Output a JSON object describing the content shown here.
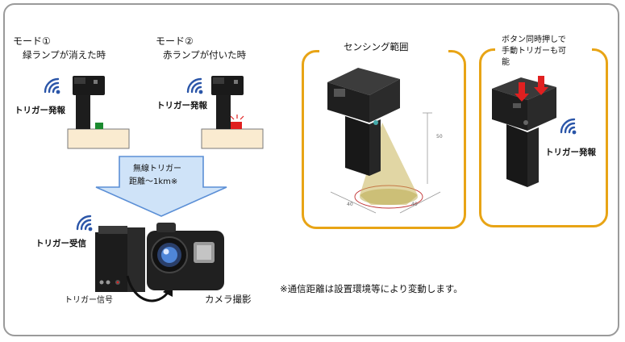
{
  "mode1": {
    "title": "モード①",
    "subtitle": "緑ランプが消えた時",
    "trigger_label": "トリガー発報"
  },
  "mode2": {
    "title": "モード②",
    "subtitle": "赤ランプが付いた時",
    "trigger_label": "トリガー発報"
  },
  "wireless_arrow": {
    "line1": "無線トリガー",
    "line2": "距離～1km※"
  },
  "receiver": {
    "trigger_label": "トリガー受信",
    "signal_label": "トリガー信号"
  },
  "camera": {
    "label": "カメラ撮影"
  },
  "note": "※通信距離は設置環境等により変動します。",
  "sensing": {
    "title": "センシング範囲",
    "dim_vertical": "50",
    "dim_left": "40",
    "dim_right": "40"
  },
  "manual": {
    "line1": "ボタン同時押しで",
    "line2": "手動トリガーも可",
    "line3": "能",
    "trigger_label": "トリガー発報"
  },
  "colors": {
    "accent": "#e8a415",
    "wifi": "#2a55a8",
    "arrow_fill": "#cfe3f8",
    "arrow_stroke": "#5b8fd6",
    "red": "#e02020",
    "green": "#1b8a2f"
  }
}
